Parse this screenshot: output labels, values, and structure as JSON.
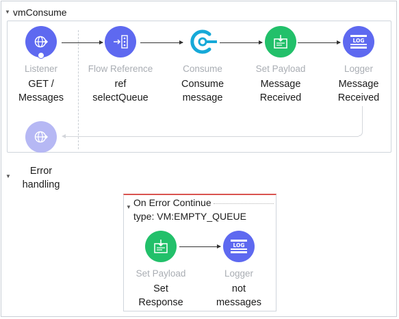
{
  "flow": {
    "name": "vmConsume",
    "nodes": [
      {
        "type": "Listener",
        "line1": "GET /",
        "line2": "Messages"
      },
      {
        "type": "Flow Reference",
        "line1": "ref",
        "line2": "selectQueue"
      },
      {
        "type": "Consume",
        "line1": "Consume",
        "line2": "message"
      },
      {
        "type": "Set Payload",
        "line1": "Message",
        "line2": "Received"
      },
      {
        "type": "Logger",
        "line1": "Message",
        "line2": "Received"
      }
    ]
  },
  "error_handling": {
    "line1": "Error",
    "line2": "handling",
    "handler": {
      "title": "On Error Continue",
      "type_text": "type: VM:EMPTY_QUEUE",
      "nodes": [
        {
          "type": "Set Payload",
          "line1": "Set",
          "line2": "Response"
        },
        {
          "type": "Logger",
          "line1": "not",
          "line2": "messages"
        }
      ]
    }
  },
  "colors": {
    "connector_purple": "#5e69f0",
    "transform_green": "#22c06a",
    "error_accent": "#d9534f",
    "consume_cyan": "#16a9d8"
  },
  "icons": {
    "listener": "globe-arrow-icon",
    "flow_ref": "flow-reference-icon",
    "consume": "vm-consume-icon",
    "set_payload": "set-payload-icon",
    "logger": "log-icon"
  }
}
